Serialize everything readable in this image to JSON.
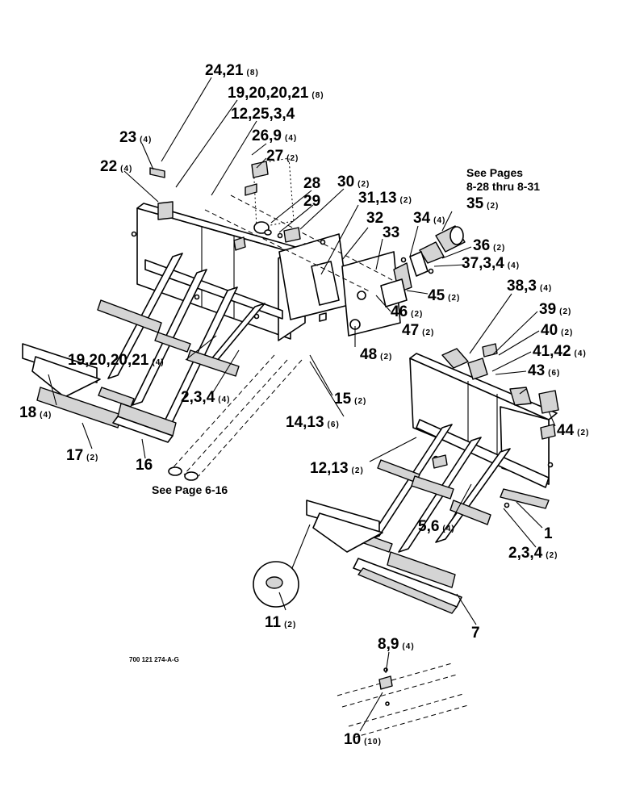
{
  "drawing": {
    "callouts": [
      {
        "id": "c1",
        "text": "24,21",
        "qty": "(8)"
      },
      {
        "id": "c2",
        "text": "19,20,20,21",
        "qty": "(8)"
      },
      {
        "id": "c3",
        "text": "12,25,3,4",
        "qty": ""
      },
      {
        "id": "c4",
        "text": "26,9",
        "qty": "(4)"
      },
      {
        "id": "c5",
        "text": "23",
        "qty": "(4)"
      },
      {
        "id": "c6",
        "text": "27",
        "qty": "(2)"
      },
      {
        "id": "c7",
        "text": "22",
        "qty": "(4)"
      },
      {
        "id": "c8",
        "text": "28",
        "qty": ""
      },
      {
        "id": "c9",
        "text": "30",
        "qty": "(2)"
      },
      {
        "id": "c10",
        "text": "29",
        "qty": ""
      },
      {
        "id": "c11",
        "text": "31,13",
        "qty": "(2)"
      },
      {
        "id": "c12",
        "text": "35",
        "qty": "(2)"
      },
      {
        "id": "c13",
        "text": "32",
        "qty": ""
      },
      {
        "id": "c14",
        "text": "34",
        "qty": "(4)"
      },
      {
        "id": "c15",
        "text": "33",
        "qty": ""
      },
      {
        "id": "c16",
        "text": "36",
        "qty": "(2)"
      },
      {
        "id": "c17",
        "text": "37,3,4",
        "qty": "(4)"
      },
      {
        "id": "c18",
        "text": "38,3",
        "qty": "(4)"
      },
      {
        "id": "c19",
        "text": "45",
        "qty": "(2)"
      },
      {
        "id": "c20",
        "text": "46",
        "qty": "(2)"
      },
      {
        "id": "c21",
        "text": "39",
        "qty": "(2)"
      },
      {
        "id": "c22",
        "text": "47",
        "qty": "(2)"
      },
      {
        "id": "c23",
        "text": "40",
        "qty": "(2)"
      },
      {
        "id": "c24",
        "text": "41,42",
        "qty": "(4)"
      },
      {
        "id": "c25",
        "text": "48",
        "qty": "(2)"
      },
      {
        "id": "c26",
        "text": "43",
        "qty": "(6)"
      },
      {
        "id": "c27",
        "text": "19,20,20,21",
        "qty": "(4)"
      },
      {
        "id": "c28",
        "text": "2,3,4",
        "qty": "(4)"
      },
      {
        "id": "c29",
        "text": "15",
        "qty": "(2)"
      },
      {
        "id": "c30",
        "text": "18",
        "qty": "(4)"
      },
      {
        "id": "c31",
        "text": "14,13",
        "qty": "(6)"
      },
      {
        "id": "c32",
        "text": "44",
        "qty": "(2)"
      },
      {
        "id": "c33",
        "text": "17",
        "qty": "(2)"
      },
      {
        "id": "c34",
        "text": "16",
        "qty": ""
      },
      {
        "id": "c35",
        "text": "12,13",
        "qty": "(2)"
      },
      {
        "id": "c36",
        "text": "1",
        "qty": ""
      },
      {
        "id": "c37",
        "text": "5,6",
        "qty": "(4)"
      },
      {
        "id": "c38",
        "text": "2,3,4",
        "qty": "(2)"
      },
      {
        "id": "c39",
        "text": "11",
        "qty": "(2)"
      },
      {
        "id": "c40",
        "text": "7",
        "qty": ""
      },
      {
        "id": "c41",
        "text": "8,9",
        "qty": "(4)"
      },
      {
        "id": "c42",
        "text": "10",
        "qty": "(10)"
      }
    ],
    "notes": {
      "see_pages_line1": "See Pages",
      "see_pages_line2": "8-28 thru 8-31",
      "see_page_6_16": "See Page 6-16"
    },
    "drawing_number": "700 121 274-A-G"
  }
}
